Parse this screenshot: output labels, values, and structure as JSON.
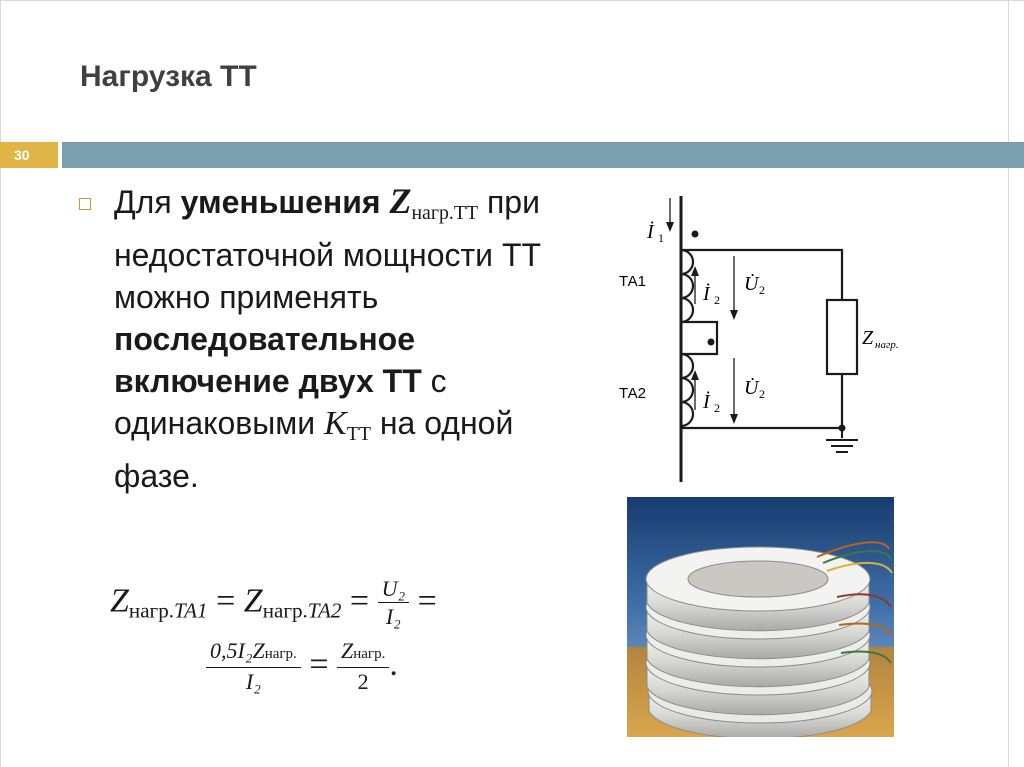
{
  "slide": {
    "title": "Нагрузка ТТ",
    "number": "30"
  },
  "bullet": {
    "t1": "Для ",
    "b1": "уменьшения ",
    "z": "Z",
    "zsub": "нагр.ТТ",
    "t2": " при недостаточной мощности ТТ можно применять ",
    "b2": "последовательное включение двух ТТ",
    "t3": " с одинаковыми ",
    "k": "K",
    "ksub": "ТТ",
    "t4": " на одной фазе."
  },
  "formula": {
    "z1": "Z",
    "z1sub": "нагр.",
    "z1sub_it": "TA1",
    "eq": " = ",
    "z2": "Z",
    "z2sub": "нагр.",
    "z2sub_it": "TA2",
    "f1_num": "U₂",
    "f1_den": "I₂",
    "f2_num": "0,5I₂Z",
    "f2_num_sub": "нагр.",
    "f2_den": "I₂",
    "f3_num": "Z",
    "f3_num_sub": "нагр.",
    "f3_den": "2",
    "end": "."
  },
  "diagram": {
    "i1": "İ",
    "i1sub": "1",
    "ta1": "ТА1",
    "ta2": "ТА2",
    "i2a": "İ",
    "i2a_sub": "2",
    "u2a": "U̇",
    "u2a_sub": "2",
    "i2b": "İ",
    "i2b_sub": "2",
    "u2b": "U̇",
    "u2b_sub": "2",
    "zload": "Z",
    "zload_sub": "нагр."
  },
  "colors": {
    "accent_num": "#e0b545",
    "bar": "#7a9fae",
    "bullet": "#c59a3a",
    "title": "#404040"
  }
}
